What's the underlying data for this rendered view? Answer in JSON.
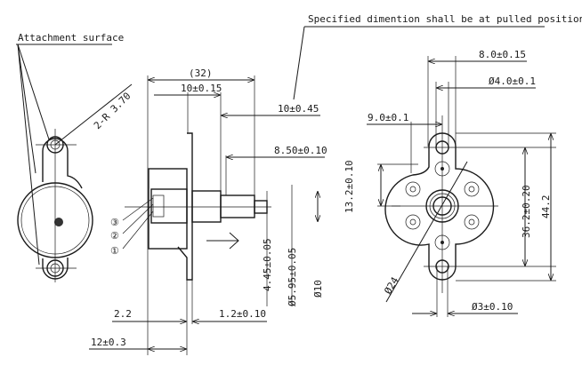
{
  "notes": {
    "pulled_position": "Specified dimention shall be at pulled position",
    "attachment_surface": "Attachment surface"
  },
  "left_view": {
    "radius_label": "2-R 3.70"
  },
  "side_view": {
    "overall_length": "(32)",
    "dim_10_015": "10±0.15",
    "dim_10_045": "10±0.45",
    "dim_850": "8.50±0.10",
    "dim_445": "4.45±0.05",
    "dim_595": "Ø5.95±0.05",
    "dim_d10": "Ø10",
    "dim_22": "2.2",
    "dim_12": "1.2±0.10",
    "dim_12_03": "12±0.3",
    "pins": [
      "③",
      "②",
      "①"
    ]
  },
  "front_view": {
    "dim_80": "8.0±0.15",
    "dim_d40": "Ø4.0±0.1",
    "dim_90": "9.0±0.1",
    "dim_132": "13.2±0.10",
    "dim_362": "36.2±0.20",
    "dim_442": "44.2",
    "dim_d24": "Ø24",
    "dim_d3": "Ø3±0.10"
  }
}
